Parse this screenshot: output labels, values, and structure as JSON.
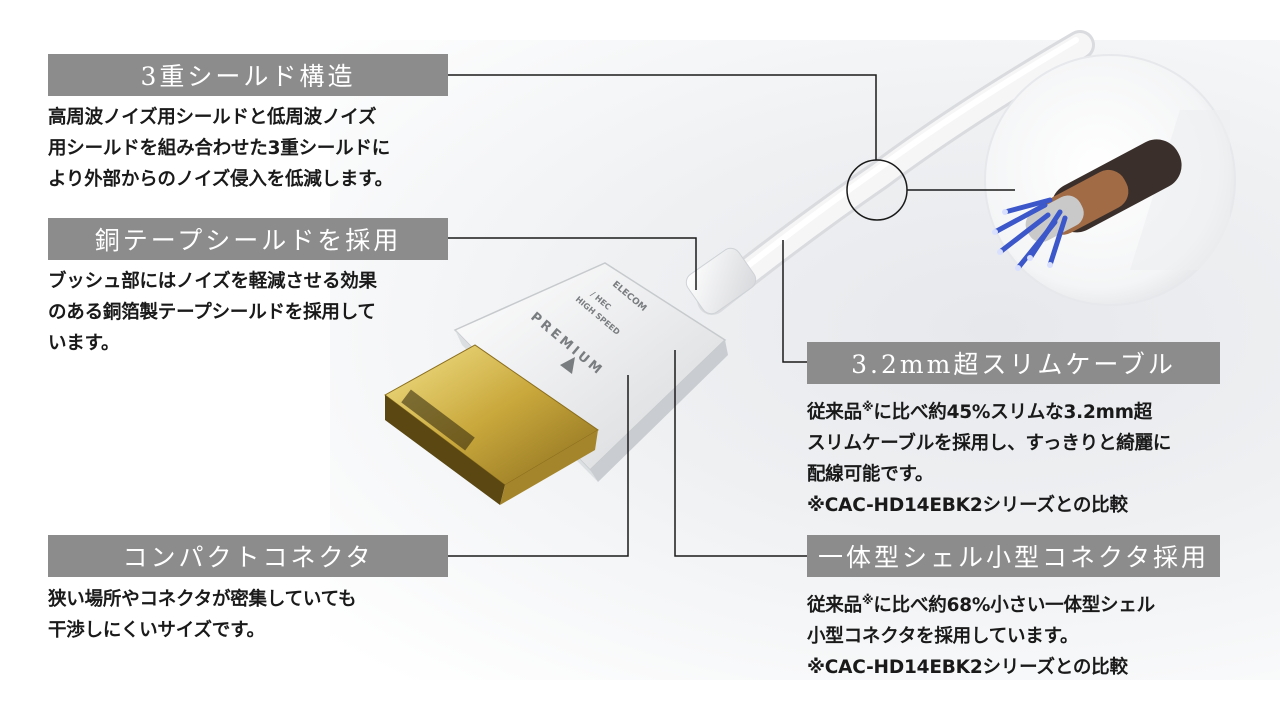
{
  "colors": {
    "banner_bg": "#8c8c8c",
    "banner_text": "#ffffff",
    "body_text": "#1a1a1a",
    "leader_line": "#1a1a1a",
    "cable": "#f2f2f2",
    "connector_tip": "#c9a83c"
  },
  "features": [
    {
      "title": "3重シールド構造",
      "text": "高周波ノイズ用シールドと低周波ノイズ\n用シールドを組み合わせた3重シールドに\nより外部からのノイズ侵入を低減します。"
    },
    {
      "title": "銅テープシールドを採用",
      "text": "ブッシュ部にはノイズを軽減させる効果\nのある銅箔製テープシールドを採用して\nいます。"
    },
    {
      "title": "コンパクトコネクタ",
      "text": "狭い場所やコネクタが密集していても\n干渉しにくいサイズです。"
    },
    {
      "title": "3.2mm超スリムケーブル",
      "text_pre": "従来品",
      "mark": "※",
      "text_post": "に比べ約45%スリムな3.2mm超\nスリムケーブルを採用し、すっきりと綺麗に\n配線可能です。\n※CAC-HD14EBK2シリーズとの比較"
    },
    {
      "title": "一体型シェル小型コネクタ採用",
      "text_pre": "従来品",
      "mark": "※",
      "text_post": "に比べ約68%小さい一体型シェル\n小型コネクタを採用しています。\n※CAC-HD14EBK2シリーズとの比較"
    }
  ],
  "product": {
    "brand": "ELECOM",
    "lines": [
      "PREMIUM",
      "HIGH SPEED",
      "/ HEC"
    ]
  },
  "icons": {
    "cable_cross_section": "shielded-cable-cutaway-icon",
    "hdmi_connector": "hdmi-connector-icon"
  }
}
